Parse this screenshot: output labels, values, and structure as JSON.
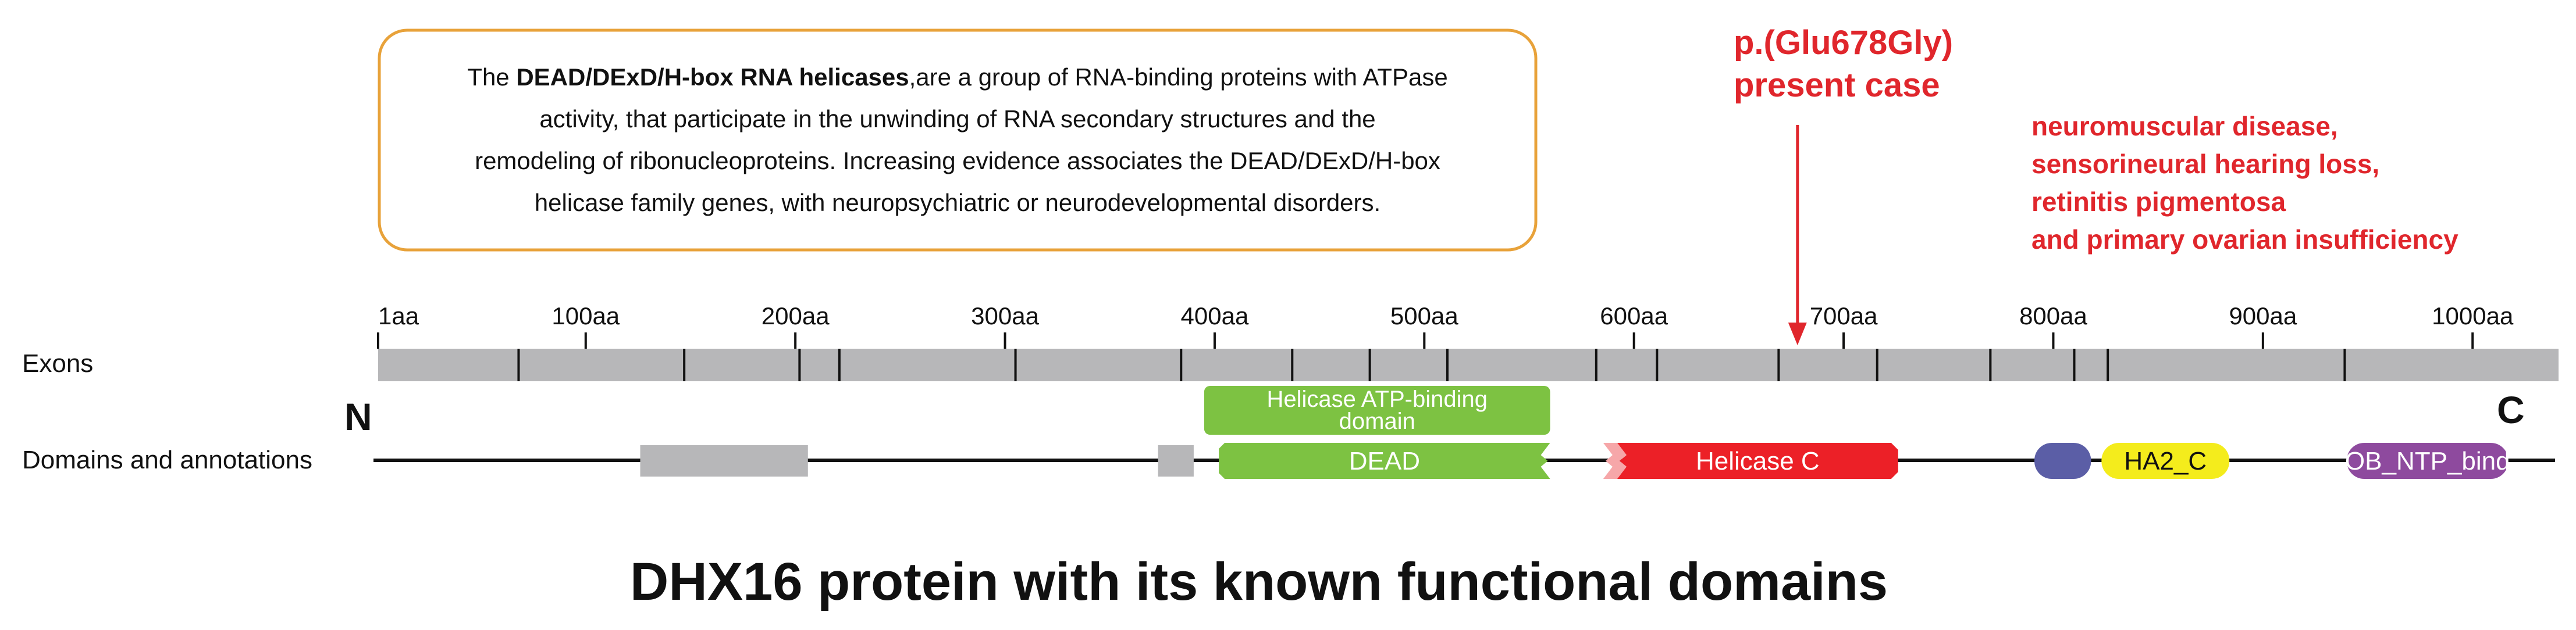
{
  "info_box": {
    "bold_part": "DEAD/DExD/H-box RNA helicases",
    "lines": [
      [
        "The ",
        "",
        ",are a group of RNA-binding proteins with ATPase"
      ],
      [
        "activity, that participate in the unwinding of RNA secondary structures and the"
      ],
      [
        "remodeling of ribonucleoproteins. Increasing evidence associates the DEAD/DExD/H-box"
      ],
      [
        "helicase family genes, with neuropsychiatric or neurodevelopmental disorders."
      ]
    ],
    "line1_prefix": "The ",
    "line1_suffix": ",are a group of RNA-binding proteins with ATPase",
    "line2": "activity, that participate in the unwinding of RNA secondary structures and the",
    "line3": "remodeling of ribonucleoproteins. Increasing evidence associates the DEAD/DExD/H-box",
    "line4": "helicase family genes, with neuropsychiatric or neurodevelopmental disorders.",
    "border_color": "#E8A23A"
  },
  "variant": {
    "line1": "p.(Glu678Gly)",
    "line2": "present case",
    "position_aa": 678,
    "color": "#E0262C"
  },
  "phenotype": {
    "lines": [
      "neuromuscular disease,",
      "sensorineural hearing loss,",
      "retinitis pigmentosa",
      "and primary ovarian insufficiency"
    ],
    "color": "#E0262C"
  },
  "scale": {
    "ticks": [
      {
        "label": "1aa",
        "aa": 1
      },
      {
        "label": "100aa",
        "aa": 100
      },
      {
        "label": "200aa",
        "aa": 200
      },
      {
        "label": "300aa",
        "aa": 300
      },
      {
        "label": "400aa",
        "aa": 400
      },
      {
        "label": "500aa",
        "aa": 500
      },
      {
        "label": "600aa",
        "aa": 600
      },
      {
        "label": "700aa",
        "aa": 700
      },
      {
        "label": "800aa",
        "aa": 800
      },
      {
        "label": "900aa",
        "aa": 900
      },
      {
        "label": "1000aa",
        "aa": 1000
      }
    ],
    "protein_length_aa": 1041
  },
  "rows": {
    "exons_label": "Exons",
    "domains_label": "Domains and annotations",
    "n_terminus": "N",
    "c_terminus": "C"
  },
  "exon_boundaries_aa": [
    68,
    147,
    202,
    221,
    305,
    384,
    437,
    474,
    511,
    582,
    611,
    669,
    716,
    770,
    810,
    826,
    939
  ],
  "domains": [
    {
      "name": "",
      "start": 126,
      "end": 206,
      "color": "#B7B7B9",
      "shape": "rect",
      "dname": "grey-region-1"
    },
    {
      "name": "",
      "start": 373,
      "end": 390,
      "color": "#B7B7B9",
      "shape": "rect",
      "dname": "grey-region-2"
    },
    {
      "name": "DEAD",
      "start": 402,
      "end": 560,
      "color": "#7DC242",
      "shape": "dead",
      "dname": "dead-domain"
    },
    {
      "name": "Helicase C",
      "start": 592,
      "end": 726,
      "color": "#EC2027",
      "shape": "helicase-c",
      "dname": "helicase-c-domain"
    },
    {
      "name": "",
      "start": 791,
      "end": 818,
      "color": "#5B5EA6",
      "shape": "pill",
      "dname": "blue-domain"
    },
    {
      "name": "HA2_C",
      "start": 823,
      "end": 884,
      "color": "#F4EC1C",
      "shape": "pill",
      "dname": "ha2-c-domain"
    },
    {
      "name": "OB_NTP_bind",
      "start": 940,
      "end": 1017,
      "color": "#8E4A9E",
      "shape": "pill",
      "dname": "ob-ntp-bind-domain"
    }
  ],
  "helicase_atp_domain": {
    "lines": [
      "Helicase ATP-binding",
      "domain"
    ],
    "start": 395,
    "end": 560,
    "color": "#7DC242"
  },
  "title": "DHX16 protein with its known functional domains"
}
